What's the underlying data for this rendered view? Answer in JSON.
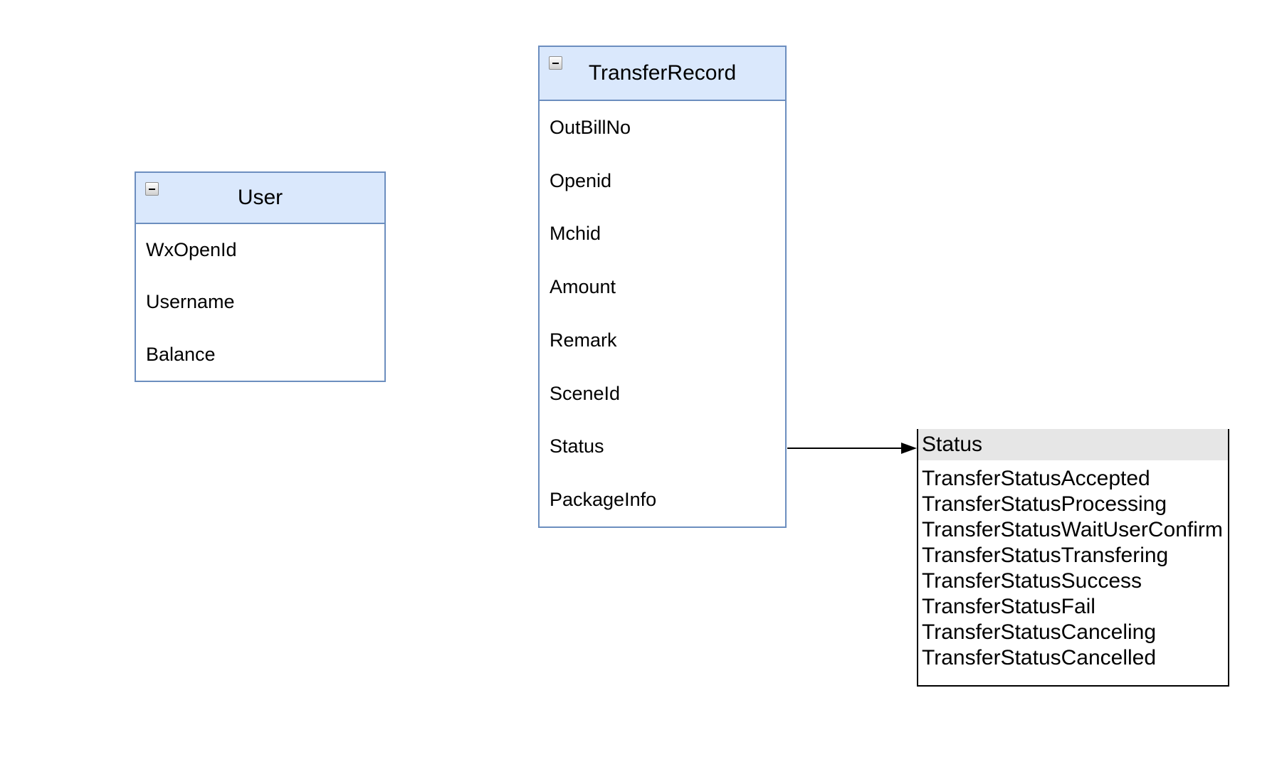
{
  "diagram": {
    "background": "#ffffff",
    "entities": [
      {
        "title": "User",
        "fields": [
          "WxOpenId",
          "Username",
          "Balance"
        ],
        "header_fill": "#dae8fc",
        "border_color": "#6c8ebf",
        "collapse_icon": "minus-icon"
      },
      {
        "title": "TransferRecord",
        "fields": [
          "OutBillNo",
          "Openid",
          "Mchid",
          "Amount",
          "Remark",
          "SceneId",
          "Status",
          "PackageInfo"
        ],
        "header_fill": "#dae8fc",
        "border_color": "#6c8ebf",
        "collapse_icon": "minus-icon"
      }
    ],
    "enums": [
      {
        "title": "Status",
        "values": [
          "TransferStatusAccepted",
          "TransferStatusProcessing",
          "TransferStatusWaitUserConfirm",
          "TransferStatusTransfering",
          "TransferStatusSuccess",
          "TransferStatusFail",
          "TransferStatusCanceling",
          "TransferStatusCancelled"
        ],
        "header_fill": "#e6e6e6",
        "border_color": "#000000"
      }
    ],
    "edges": [
      {
        "from": "TransferRecord.Status",
        "to": "Status",
        "color": "#000000",
        "arrowhead": "filled-triangle"
      }
    ]
  }
}
